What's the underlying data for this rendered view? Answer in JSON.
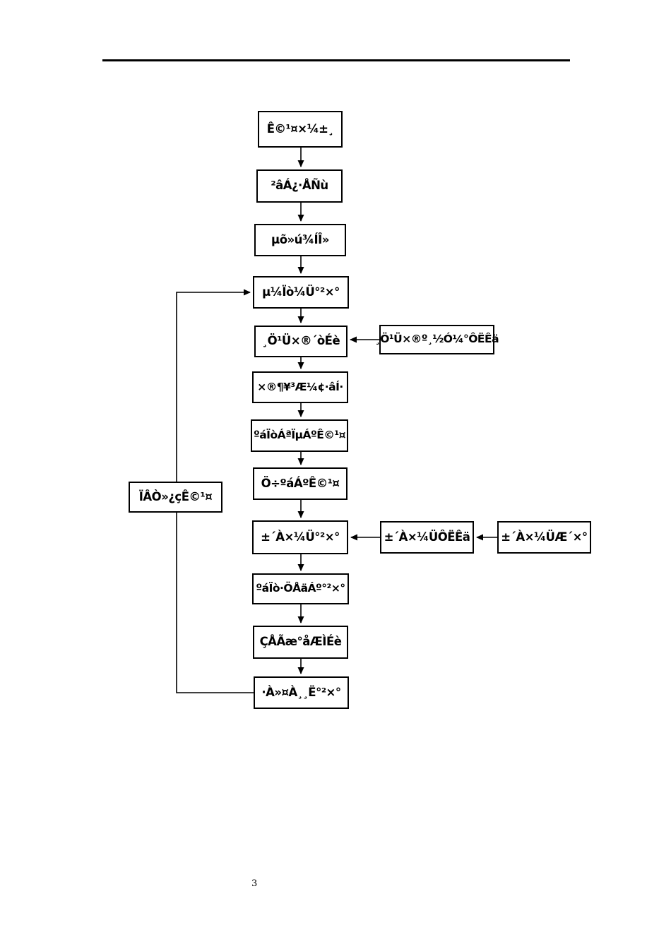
{
  "page": {
    "number": "3"
  },
  "flowchart": {
    "steps": [
      "Ê©¹¤×¼±¸",
      "²âÁ¿·ÅÑù",
      "µõ»ú¾ÍÎ»",
      "µ¼Ïò¼Ü°²×°",
      "¸Ö¹Ü×®´òÉè",
      "×®¶¥³Æ¼¢·âÍ·",
      "ºáÏòÁªÏµÁºÊ©¹¤",
      "Ö÷ºáÁºÊ©¹¤",
      "±´À×¼Ü°²×°",
      "ºáÏò·ÖÅäÁº°²×°",
      "ÇÅÃæ°åÆÌÉè",
      "·À»¤À¸¸Ë°²×°"
    ],
    "side": {
      "pile_welding_transport": "¸Ö¹Ü×®º¸½Ó¼°ÔËÊä",
      "next_span": "ÏÂÒ»¿çÊ©¹¤",
      "bailey_transport": "±´À×¼ÜÔËÊä",
      "bailey_assembly": "±´À×¼ÜÆ´×°"
    }
  },
  "colors": {
    "line": "#000000",
    "box_border": "#000000",
    "background": "#ffffff"
  }
}
